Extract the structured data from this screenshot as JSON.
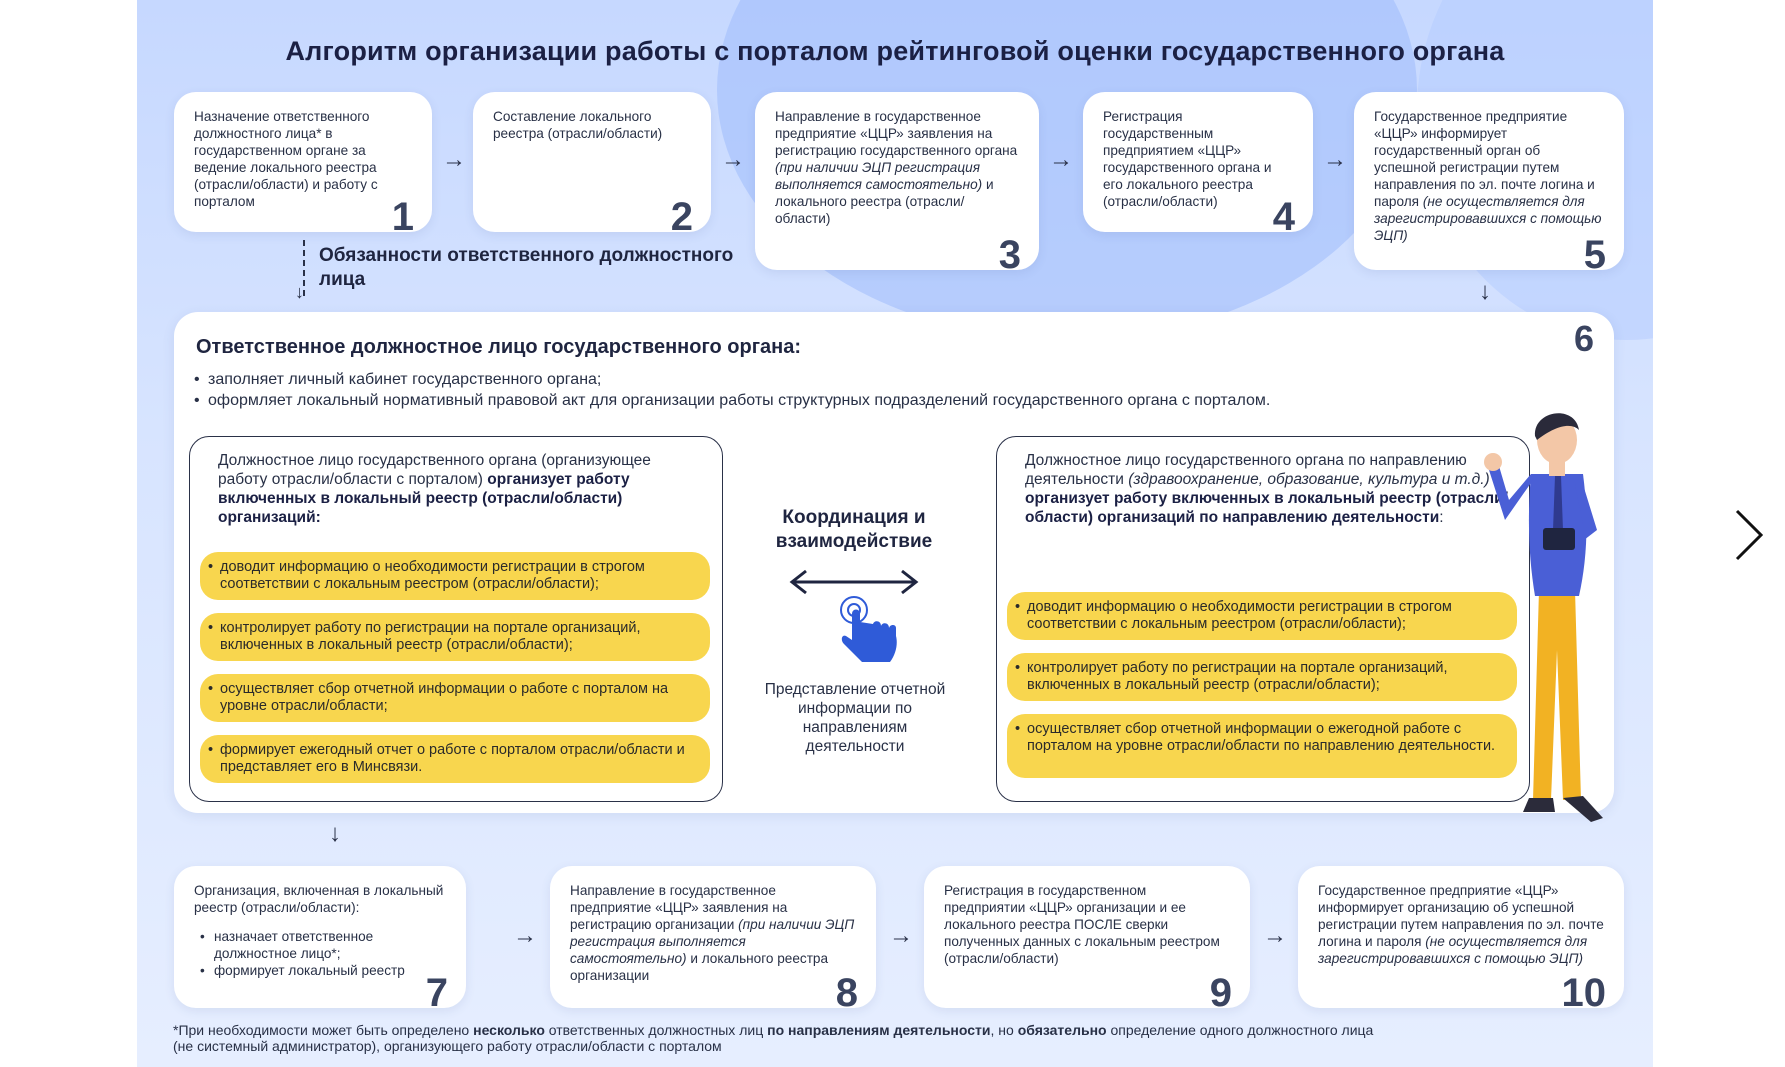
{
  "title": "Алгоритм организации работы с порталом рейтинговой оценки государственного органа",
  "steps_top": [
    {
      "num": "1",
      "text": "Назначение ответственного должностного лица* в государственном органе за ведение локального реестра (отрасли/области) и работу с порталом"
    },
    {
      "num": "2",
      "text": "Составление локального реестра (отрасли/области)"
    },
    {
      "num": "3",
      "text": "Направление в государственное предприятие «ЦЦР» заявления на регистрацию государственного органа",
      "italic": "(при наличии ЭЦП регистрация выполняется самостоятельно)",
      "tail": "и локального реестра (отрасли/ области)"
    },
    {
      "num": "4",
      "text": "Регистрация государственным предприятием «ЦЦР» государственного органа и его локального реестра (отрасли/области)"
    },
    {
      "num": "5",
      "text": "Государственное предприятие «ЦЦР» информирует государственный орган об успешной регистрации путем направления по эл. почте логина и пароля",
      "italic": "(не осуществляется для зарегистрировавшихся с помощью ЭЦП)"
    }
  ],
  "duties_label": "Обязанности ответственного должностного лица",
  "step6": {
    "num": "6",
    "title": "Ответственное должностное лицо государственного органа:",
    "bullets": [
      "заполняет личный кабинет государственного органа;",
      "оформляет локальный нормативный правовой акт для организации работы структурных подразделений государственного органа с порталом."
    ],
    "left": {
      "head_plain": "Должностное лицо государственного органа (организующее работу отрасли/области с порталом)",
      "head_bold": "организует работу включенных в локальный реестр (отрасли/области) организаций:",
      "items": [
        "доводит информацию о необходимости регистрации в строгом соответствии с локальным реестром (отрасли/области);",
        "контролирует работу по регистрации на портале организаций, включенных в локальный реестр (отрасли/области);",
        "осуществляет сбор отчетной информации о работе с порталом на уровне отрасли/области;",
        "формирует ежегодный отчет о работе с порталом отрасли/области и представляет его в Минсвязи."
      ]
    },
    "center": {
      "coord": "Координация и взаимодействие",
      "report": "Представление отчетной информации по направлениям деятельности"
    },
    "right": {
      "head_plain": "Должностное лицо государственного органа по направлению деятельности",
      "head_italic": "(здравоохранение, образование, культура и т.д.)",
      "head_bold": "организует работу включенных в локальный реестр (отрасли/области) организаций по направлению деятельности",
      "head_colon": ":",
      "items": [
        "доводит информацию о необходимости регистрации в строгом соответствии с локальным реестром (отрасли/области);",
        "контролирует работу по регистрации на портале организаций, включенных в локальный реестр (отрасли/области);",
        "осуществляет сбор отчетной информации о ежегодной работе с порталом на уровне отрасли/области по направлению деятельности."
      ]
    }
  },
  "steps_bottom": [
    {
      "num": "7",
      "text": "Организация, включенная в локальный реестр (отрасли/области):",
      "bullets": [
        "назначает ответственное должностное лицо*;",
        "формирует локальный реестр"
      ]
    },
    {
      "num": "8",
      "text": "Направление в государственное предприятие «ЦЦР» заявления на регистрацию организации",
      "italic": "(при наличии ЭЦП регистрация выполняется самостоятельно)",
      "tail": "и локального реестра организации"
    },
    {
      "num": "9",
      "text": "Регистрация в государственном предприятии «ЦЦР» организации и ее локального реестра ПОСЛЕ сверки полученных данных с локальным реестром (отрасли/области)"
    },
    {
      "num": "10",
      "text": "Государственное предприятие «ЦЦР» информирует организацию об успешной регистрации путем направления по эл. почте логина и пароля",
      "italic": "(не осуществляется для зарегистрировавшихся с помощью ЭЦП)"
    }
  ],
  "footnote": {
    "p1": "*При необходимости может быть определено ",
    "b1": "несколько",
    "p2": " ответственных должностных лиц ",
    "b2": "по направлениям деятельности",
    "p3": ", но ",
    "b3": "обязательно",
    "p4": " определение одного должностного лица",
    "line2": "(не системный администратор), организующего работу отрасли/области с порталом"
  },
  "colors": {
    "pill": "#f8d64e",
    "background": "#d2e0ff",
    "figure_shirt": "#4a5fd6",
    "figure_pants": "#f2b223"
  },
  "icons": [
    "arrow-right-icon",
    "arrow-down-icon",
    "double-arrow-icon",
    "hand-pointer-icon",
    "chevron-right-icon"
  ]
}
